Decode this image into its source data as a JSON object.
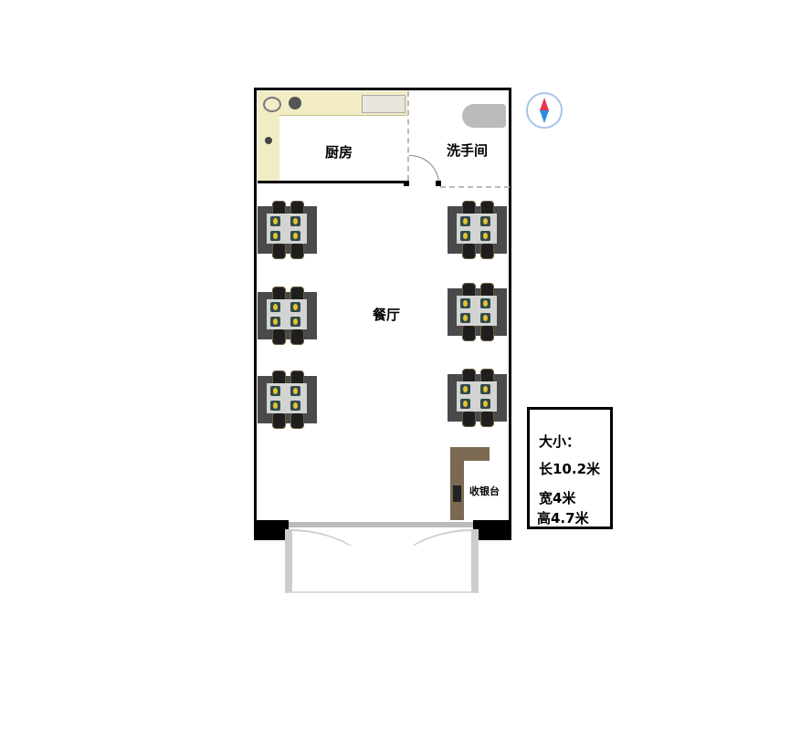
{
  "rooms": {
    "kitchen": "厨房",
    "washroom": "洗手间",
    "dining": "餐厅",
    "cashier": "收银台"
  },
  "info": {
    "title": "大小：",
    "length": "长10.2米",
    "width": "宽4米",
    "height": "高4.7米"
  },
  "compass": "compass-icon",
  "colors": {
    "wall": "#000000",
    "counter": "#f2ecc4",
    "cashier": "#7a6a52",
    "compass_north": "#e8364a",
    "compass_south": "#2a8ce0"
  }
}
